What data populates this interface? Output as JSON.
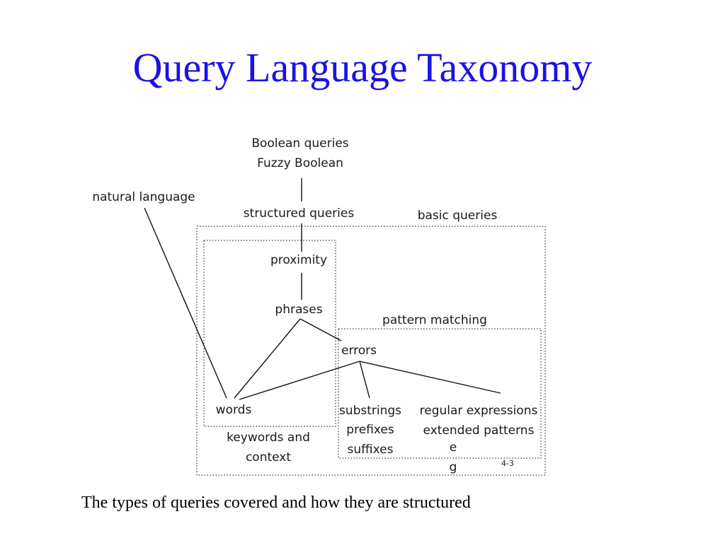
{
  "slide": {
    "title": "Query Language Taxonomy",
    "caption": "The types of queries covered and how they are structured"
  },
  "diagram": {
    "labels": {
      "boolean_queries": "Boolean queries",
      "fuzzy_boolean": "Fuzzy Boolean",
      "natural_language": "natural language",
      "structured_queries": "structured queries",
      "basic_queries": "basic queries",
      "proximity": "proximity",
      "phrases": "phrases",
      "pattern_matching": "pattern matching",
      "errors": "errors",
      "words": "words",
      "substrings": "substrings",
      "prefixes": "prefixes",
      "suffixes": "suffixes",
      "regular_expressions": "regular expressions",
      "extended_patterns": "extended patterns",
      "keywords_and": "keywords and",
      "context": "context",
      "stray_e": "e",
      "stray_g": "g",
      "page_mark": "4-3"
    }
  }
}
